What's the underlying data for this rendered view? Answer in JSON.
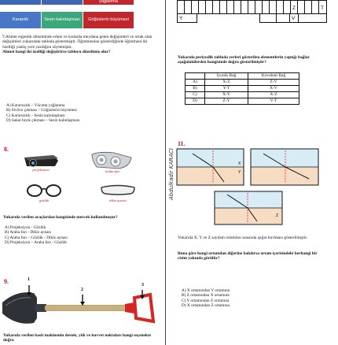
{
  "top_table": {
    "row1": [
      "",
      "",
      "yağlanma"
    ],
    "row2": [
      "Karanlık",
      "Sesin kalınlaşması",
      "Göğüslerin büyümesi"
    ]
  },
  "q7": {
    "number": "7.",
    "text": "Ahmet ergenlik döneminde erkek ve kızlarda meydana gelen değişimleri ve ortak olan değişimleri yukarıdaki tabloda göstermiştir. Öğretmenine gösterdiğinde öğretmeni iki özelliği yanlış yere yazdığını söylemiştir.",
    "question": "Ahmet hangi iki özelliği değiştirirse tabloyu düzeltmiş olur?",
    "options": [
      "A) Kararsızlık – Vücutta yağlanma",
      "B) Sivilce çıkması – Göğüslerin büyümesi",
      "C) Kararsızlık – Sesin kalınlaşması",
      "D) Sakal bıyık çıkması – Sesin kalınlaşması"
    ]
  },
  "q8": {
    "number": "8.",
    "captions": [
      "projeksiyon",
      "araba farı",
      "gözlük",
      "dikiz aynası"
    ],
    "text": "Yukarıda verilen araçlardan hangisinde mercek kullanılmıştır?",
    "options": [
      "A) Projeksiyon - Gözlük",
      "B) Araba farı - Dikiz aynası",
      "C) Araba farı – Gözlük - Dikiz aynası",
      "D) Projeksiyon – Araba farı - Gözlük"
    ]
  },
  "q9": {
    "number": "9.",
    "marks": [
      "1",
      "2",
      "3"
    ],
    "text": "Yukarıda verilen basit makinenin destek, yük ve kuvvet noktaları hangi seçenekte doğru"
  },
  "vertical_text": "Abdulkadir KARACI",
  "periodic": {
    "letters_top": [
      "Z",
      "T"
    ],
    "letters_bottom": [
      "Y",
      "V"
    ],
    "text": "Yukarıda periyodik tabloda yerleri gösterilen elementlerin yaptığı bağlar aşağıdakilerden hangisinde doğru gösterilmiştir?",
    "headers": [
      "",
      "İyonik Bağ",
      "Kovalent Bağ"
    ],
    "rows": [
      [
        "A)",
        "X-Z",
        "Z-V"
      ],
      [
        "B)",
        "Y-T",
        "X-V"
      ],
      [
        "C)",
        "X-Y",
        "X-Z"
      ],
      [
        "D)",
        "Z-Y",
        "V-T"
      ]
    ]
  },
  "q11": {
    "number": "11.",
    "labels": [
      "X",
      "Y",
      "Z"
    ],
    "text": "Yukarıda X, Y ve Z saydam ortamları arasında ışığın kırılması gösterilmiştir.",
    "question": "Buna göre hangi ortamdan diğerine bakılırsa ortam içerisindeki herhangi bir cisim yakında görülür?",
    "options": [
      "A) X ortamından Y ortamına",
      "B) Z ortamından X ortamına",
      "C) Y ortamından Z ortamına",
      "D) X ortamından Z ortamına"
    ]
  }
}
